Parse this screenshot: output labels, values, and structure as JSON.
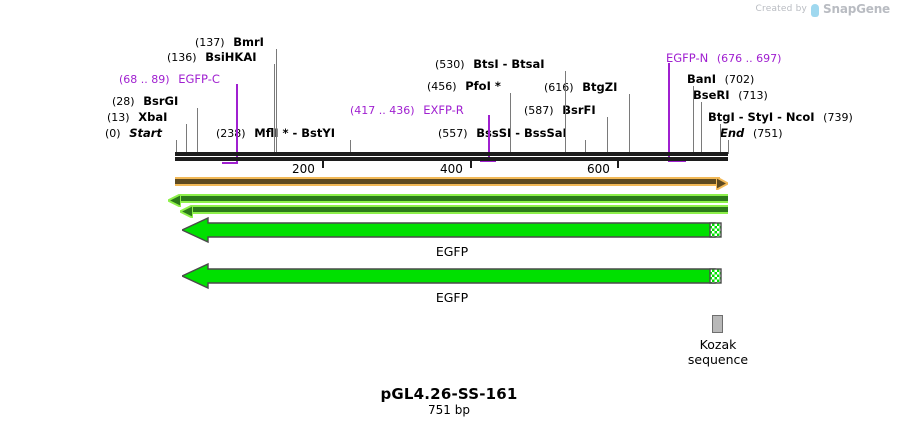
{
  "watermark": {
    "prefix": "Created by",
    "brand": "SnapGene",
    "logo_icon": "snapgene-logo-icon"
  },
  "map": {
    "title": "pGL4.26-SS-161",
    "length_label": "751 bp",
    "sequence_length": 751,
    "ruler": {
      "ticks": [
        200,
        400,
        600
      ],
      "tick_labels": [
        "200",
        "400",
        "600"
      ],
      "start": 0,
      "end": 751
    },
    "site_labels": [
      {
        "name": "site-start",
        "pos": "(0)",
        "enzyme": "Start",
        "italic": true,
        "color": "#000000"
      },
      {
        "name": "site-xbai",
        "pos": "(13)",
        "enzyme": "XbaI",
        "italic": false,
        "color": "#000000"
      },
      {
        "name": "site-bsrgi",
        "pos": "(28)",
        "enzyme": "BsrGI",
        "italic": false,
        "color": "#000000"
      },
      {
        "name": "site-bsihkai",
        "pos": "(136)",
        "enzyme": "BsiHKAI",
        "italic": false,
        "color": "#000000"
      },
      {
        "name": "site-bmri",
        "pos": "(137)",
        "enzyme": "BmrI",
        "italic": false,
        "color": "#000000"
      },
      {
        "name": "site-mfli-bstyi",
        "pos": "(238)",
        "enzyme": "MflI * - BstYI",
        "italic": false,
        "color": "#000000"
      },
      {
        "name": "site-pfoi",
        "pos": "(456)",
        "enzyme": "PfoI *",
        "italic": false,
        "color": "#000000"
      },
      {
        "name": "site-btsi-btsai",
        "pos": "(530)",
        "enzyme": "BtsI - BtsaI",
        "italic": false,
        "color": "#000000"
      },
      {
        "name": "site-bsssi-bsssai",
        "pos": "(557)",
        "enzyme": "BssSI - BssSaI",
        "italic": false,
        "color": "#000000"
      },
      {
        "name": "site-bsrfi",
        "pos": "(587)",
        "enzyme": "BsrFI",
        "italic": false,
        "color": "#000000"
      },
      {
        "name": "site-btgzi",
        "pos": "(616)",
        "enzyme": "BtgZI",
        "italic": false,
        "color": "#000000"
      },
      {
        "name": "site-bani",
        "pos": "(702)",
        "enzyme": "BanI",
        "italic": false,
        "color": "#000000"
      },
      {
        "name": "site-bseri",
        "pos": "(713)",
        "enzyme": "BseRI",
        "italic": false,
        "color": "#000000"
      },
      {
        "name": "site-btgi-styi-ncoi",
        "pos": "(739)",
        "enzyme": "BtgI - StyI - NcoI",
        "italic": false,
        "color": "#000000"
      },
      {
        "name": "site-end",
        "pos": "(751)",
        "enzyme": "End",
        "italic": true,
        "color": "#000000"
      }
    ],
    "primer_labels": [
      {
        "name": "primer-egfp-c",
        "range": "(68 .. 89)",
        "primer": "EGFP-C",
        "color": "#a020d0"
      },
      {
        "name": "primer-exfp-r",
        "range": "(417 .. 436)",
        "primer": "EXFP-R",
        "color": "#a020d0"
      },
      {
        "name": "primer-egfp-n",
        "range": "(676 .. 697)",
        "primer": "EGFP-N",
        "color": "#a020d0"
      }
    ],
    "features": [
      {
        "name": "feature-orange-track",
        "label": "",
        "color": "#f2b957",
        "direction": "right"
      },
      {
        "name": "feature-thin-green-1",
        "label": "",
        "color": "#8df04a",
        "direction": "left"
      },
      {
        "name": "feature-thin-green-2",
        "label": "",
        "color": "#8df04a",
        "direction": "left"
      },
      {
        "name": "feature-egfp-1",
        "label": "EGFP",
        "color": "#00e000",
        "direction": "left"
      },
      {
        "name": "feature-egfp-2",
        "label": "EGFP",
        "color": "#00e000",
        "direction": "left"
      }
    ],
    "kozak": {
      "label": "Kozak sequence",
      "color": "#b8b8b8"
    }
  }
}
